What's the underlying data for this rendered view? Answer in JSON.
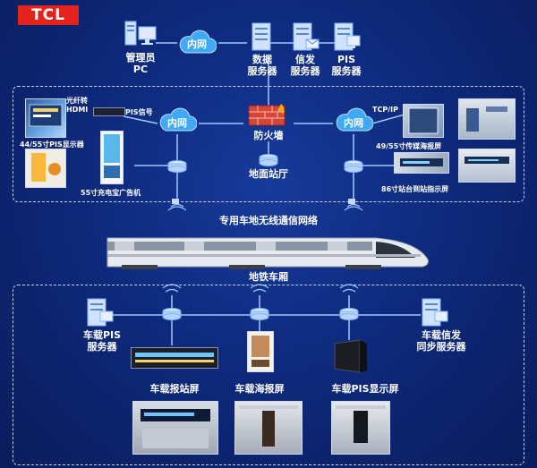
{
  "brand": {
    "logo": "TCL",
    "primary": "#e3231c"
  },
  "colors": {
    "background": "#0e2a7d",
    "line": "#9ec8ff",
    "cloud": "#3fa9f5"
  },
  "top": {
    "admin_pc": "管理员\nPC",
    "intranet": "内网",
    "data_server": "数据\n服务器",
    "msg_server": "信发\n服务器",
    "pis_server": "PIS\n服务器"
  },
  "ground": {
    "fiber": "光纤转\nHDMI",
    "pis_signal": "PIS信号",
    "tcpip": "TCP/IP",
    "intranet_left": "内网",
    "intranet_right": "内网",
    "firewall": "防火墙",
    "ground_station": "地面站厅",
    "pis_display": "44/55寸PIS显示器",
    "charging_ad": "55寸充电宝广告机",
    "media_poster": "49/55寸传媒海报屏",
    "arrival_screen": "86寸站台到站指示屏"
  },
  "network_label": "专用车地无线通信网络",
  "car_label": "地铁车厢",
  "onboard": {
    "pis_server": "车载PIS\n服务器",
    "sync_server": "车载信发\n同步服务器",
    "announce_screen": "车载报站屏",
    "poster_screen": "车载海报屏",
    "pis_display": "车载PIS显示屏"
  }
}
